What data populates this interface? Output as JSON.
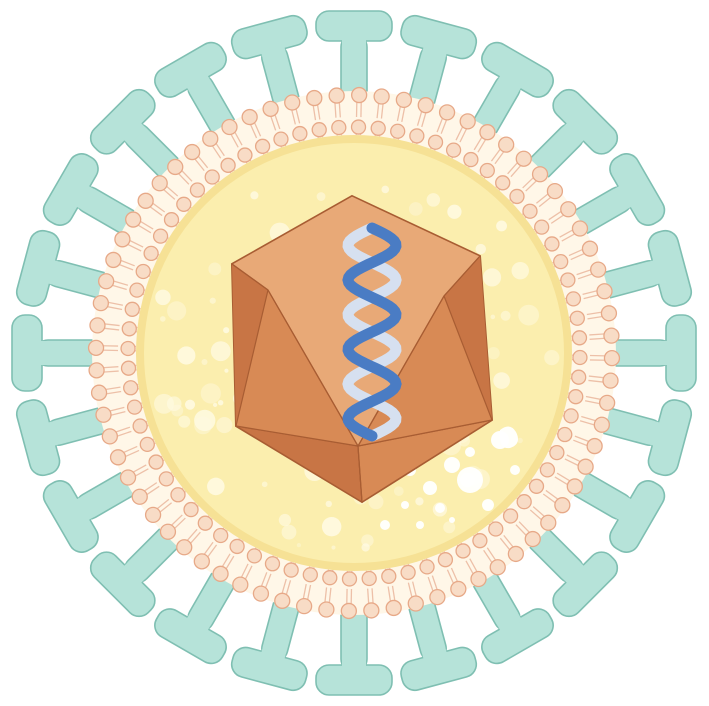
{
  "diagram": {
    "subject": "virus-particle",
    "spike_count": 24,
    "lipid_head_count": 72,
    "helix_turns": 3
  },
  "colors": {
    "background": "#ffffff",
    "spike_fill": "#b6e3d9",
    "spike_stroke": "#7fbfb2",
    "lipid_head_fill": "#f8dcc6",
    "lipid_head_stroke": "#e7a988",
    "lipid_tail": "#edc0a8",
    "matrix_fill": "#fbeeae",
    "matrix_edge": "#f6e195",
    "bubble": "#fffbe6",
    "capsid_light": "#e8a977",
    "capsid_mid": "#d88a55",
    "capsid_dark": "#c87545",
    "capsid_stroke": "#a85d33",
    "dna_strand_a": "#4a7cc4",
    "dna_strand_b": "#d6e0f0"
  }
}
